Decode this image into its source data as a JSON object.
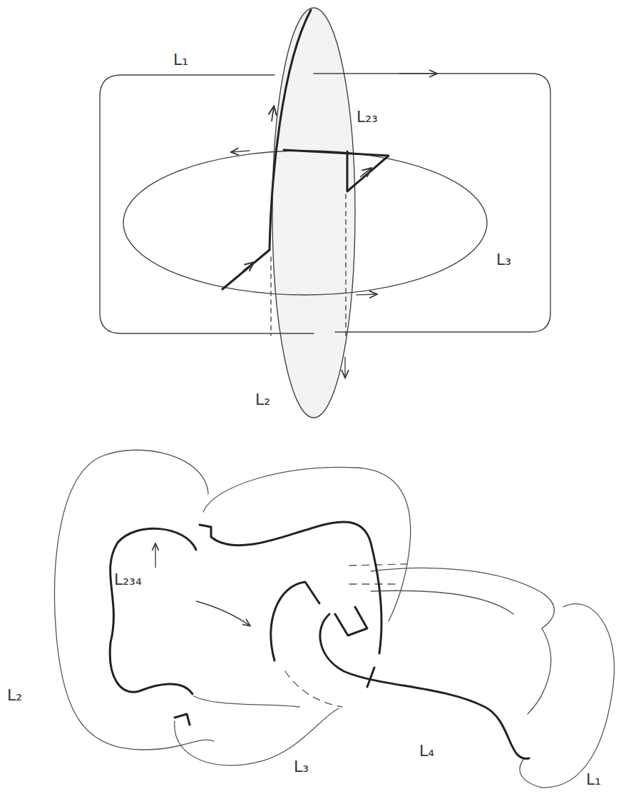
{
  "diagram": {
    "labels": [
      "L₁",
      "L₂₃",
      "L₃",
      "L₂",
      "L₂₃₄",
      "L₂",
      "L₃",
      "L₄",
      "L₁"
    ]
  }
}
